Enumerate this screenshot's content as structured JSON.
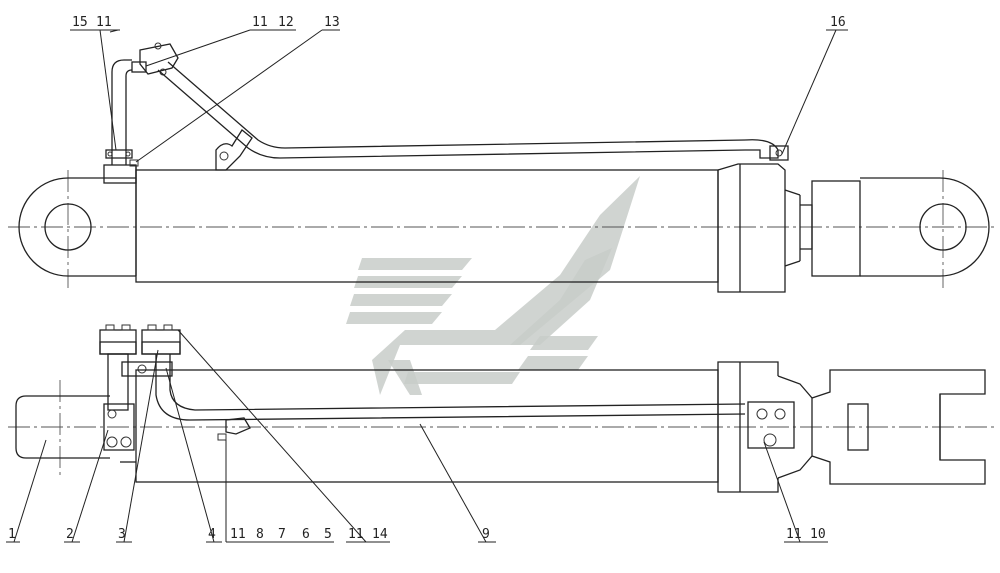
{
  "labels": {
    "top": {
      "l15": "15",
      "l11a": "11",
      "l11b": "11",
      "l12": "12",
      "l13": "13",
      "l16": "16"
    },
    "bottom": {
      "l1": "1",
      "l2": "2",
      "l3": "3",
      "l4": "4",
      "l11c": "11",
      "l8": "8",
      "l7": "7",
      "l6": "6",
      "l5": "5",
      "l11d": "11",
      "l14": "14",
      "l9": "9",
      "l11e": "11",
      "l10": "10"
    }
  },
  "colors": {
    "line": "#222222",
    "watermark": "#c8cdc9",
    "background": "#ffffff"
  }
}
